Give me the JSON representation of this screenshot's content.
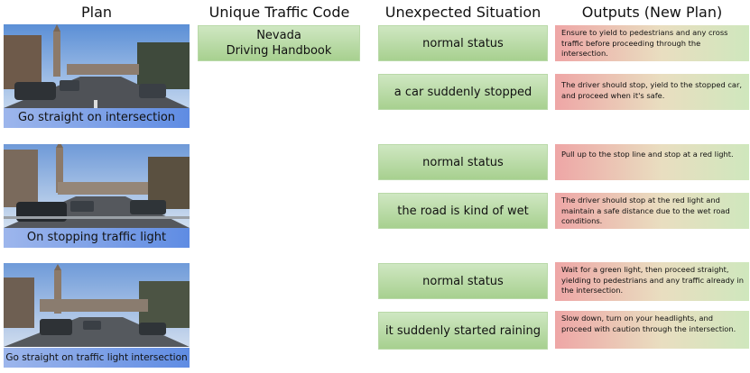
{
  "headers": {
    "plan": "Plan",
    "code": "Unique Traffic Code",
    "situation": "Unexpected Situation",
    "outputs": "Outputs (New Plan)"
  },
  "traffic_code": "Nevada\nDriving Handbook",
  "rows": [
    {
      "plan": "Go straight on intersection",
      "cases": [
        {
          "situation": "normal status",
          "output": "Ensure to yield to pedestrians and any cross traffic before proceeding through the intersection."
        },
        {
          "situation": "a car suddenly stopped",
          "output": "The driver should stop, yield to the stopped car, and proceed when it's safe."
        }
      ]
    },
    {
      "plan": "On stopping traffic light",
      "cases": [
        {
          "situation": "normal status",
          "output": "Pull up to the stop line and stop at a red light."
        },
        {
          "situation": "the road is kind of wet",
          "output": "The driver should stop at the red light and maintain a safe distance due to the wet road conditions."
        }
      ]
    },
    {
      "plan": "Go straight on traffic light intersection",
      "cases": [
        {
          "situation": "normal status",
          "output": "Wait for a green light, then proceed straight, yielding to pedestrians and any traffic already in the intersection."
        },
        {
          "situation": "it suddenly started raining",
          "output": "Slow down, turn on your headlights, and proceed with caution through the intersection."
        }
      ]
    }
  ],
  "colors": {
    "plan_label_start": "#9db6ec",
    "plan_label_end": "#5f8ce3",
    "green_top": "#cfe7c2",
    "green_bottom": "#a7d08f",
    "output_left": "#eea6a6",
    "output_right": "#cfe7bd"
  }
}
